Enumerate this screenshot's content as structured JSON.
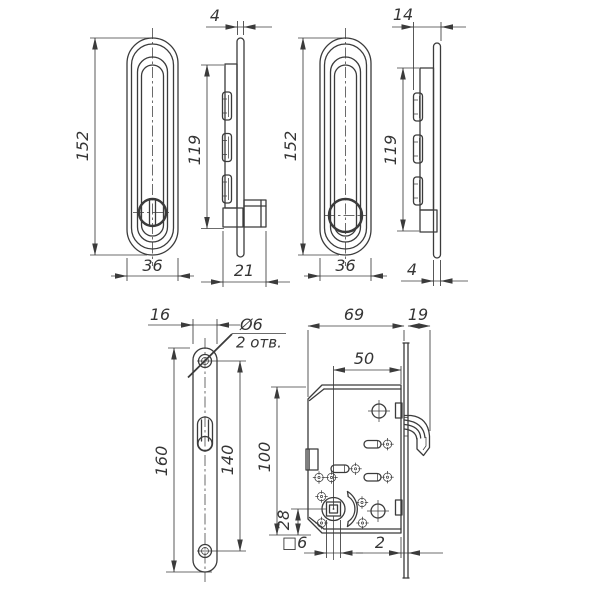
{
  "colors": {
    "background": "#ffffff",
    "line": "#3b3b3b"
  },
  "views": {
    "handle_front_left": {
      "dim_height": "152",
      "dim_width": "36"
    },
    "handle_side_left": {
      "dim_flange_thickness": "4",
      "dim_body_height": "119",
      "dim_total_depth": "21"
    },
    "handle_front_right": {
      "dim_height": "152",
      "dim_width": "36"
    },
    "handle_side_right": {
      "dim_total_depth": "14",
      "dim_body_height": "119",
      "dim_flange_thickness": "4"
    },
    "faceplate": {
      "dim_width": "16",
      "dim_length": "160",
      "dim_hole_spacing": "140",
      "hole_callout_diameter": "Ø6",
      "hole_callout_count": "2 отв."
    },
    "lock_case": {
      "dim_case_width": "69",
      "dim_hook_reach": "19",
      "dim_backset": "50",
      "dim_case_height": "100",
      "dim_spindle_offset": "28",
      "dim_spindle_square": "□6",
      "dim_faceplate_gap": "2"
    }
  }
}
